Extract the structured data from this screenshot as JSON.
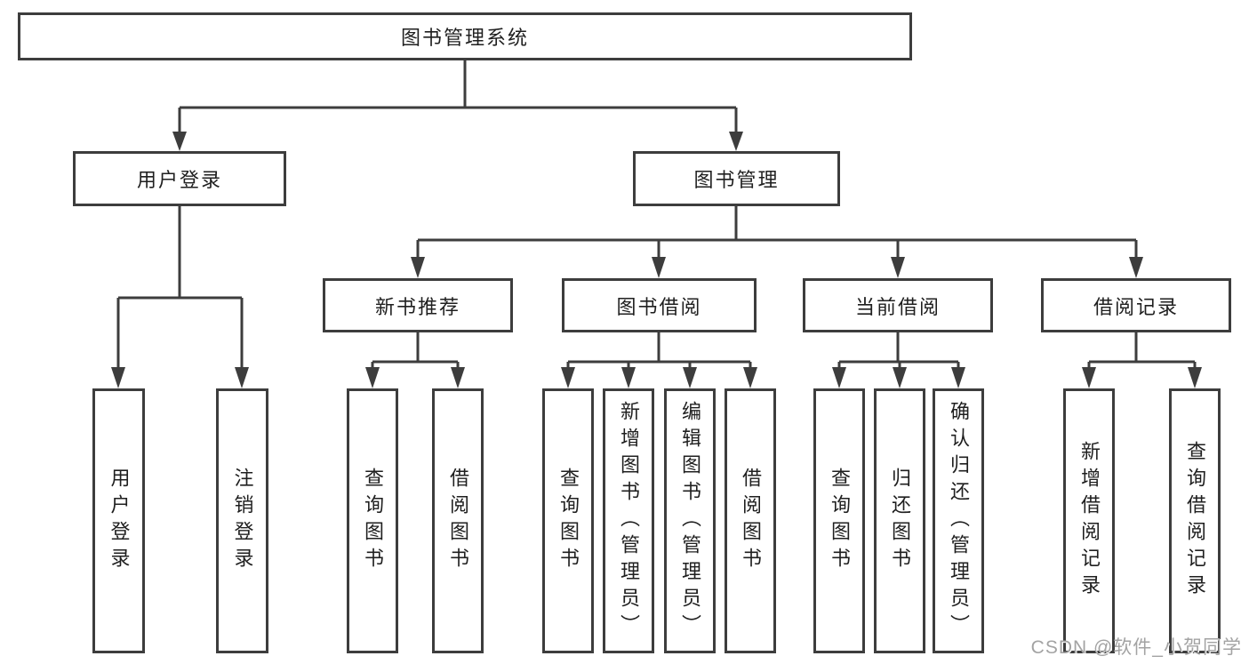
{
  "colors": {
    "line": "#3d3d3d",
    "text": "#1f1f1f",
    "watermark": "#a3a3a3",
    "background": "#ffffff"
  },
  "diagram": {
    "tree": {
      "label": "图书管理系统",
      "children": [
        {
          "label": "用户登录",
          "children": [
            {
              "label": "用户登录"
            },
            {
              "label": "注销登录"
            }
          ]
        },
        {
          "label": "图书管理",
          "children": [
            {
              "label": "新书推荐",
              "children": [
                {
                  "label": "查询图书"
                },
                {
                  "label": "借阅图书"
                }
              ]
            },
            {
              "label": "图书借阅",
              "children": [
                {
                  "label": "查询图书"
                },
                {
                  "label": "新增图书（管理员）"
                },
                {
                  "label": "编辑图书（管理员）"
                },
                {
                  "label": "借阅图书"
                }
              ]
            },
            {
              "label": "当前借阅",
              "children": [
                {
                  "label": "查询图书"
                },
                {
                  "label": "归还图书"
                },
                {
                  "label": "确认归还（管理员）"
                }
              ]
            },
            {
              "label": "借阅记录",
              "children": [
                {
                  "label": "新增借阅记录"
                },
                {
                  "label": "查询借阅记录"
                }
              ]
            }
          ]
        }
      ]
    }
  },
  "watermark": {
    "text": "CSDN @软件_小贺同学"
  }
}
